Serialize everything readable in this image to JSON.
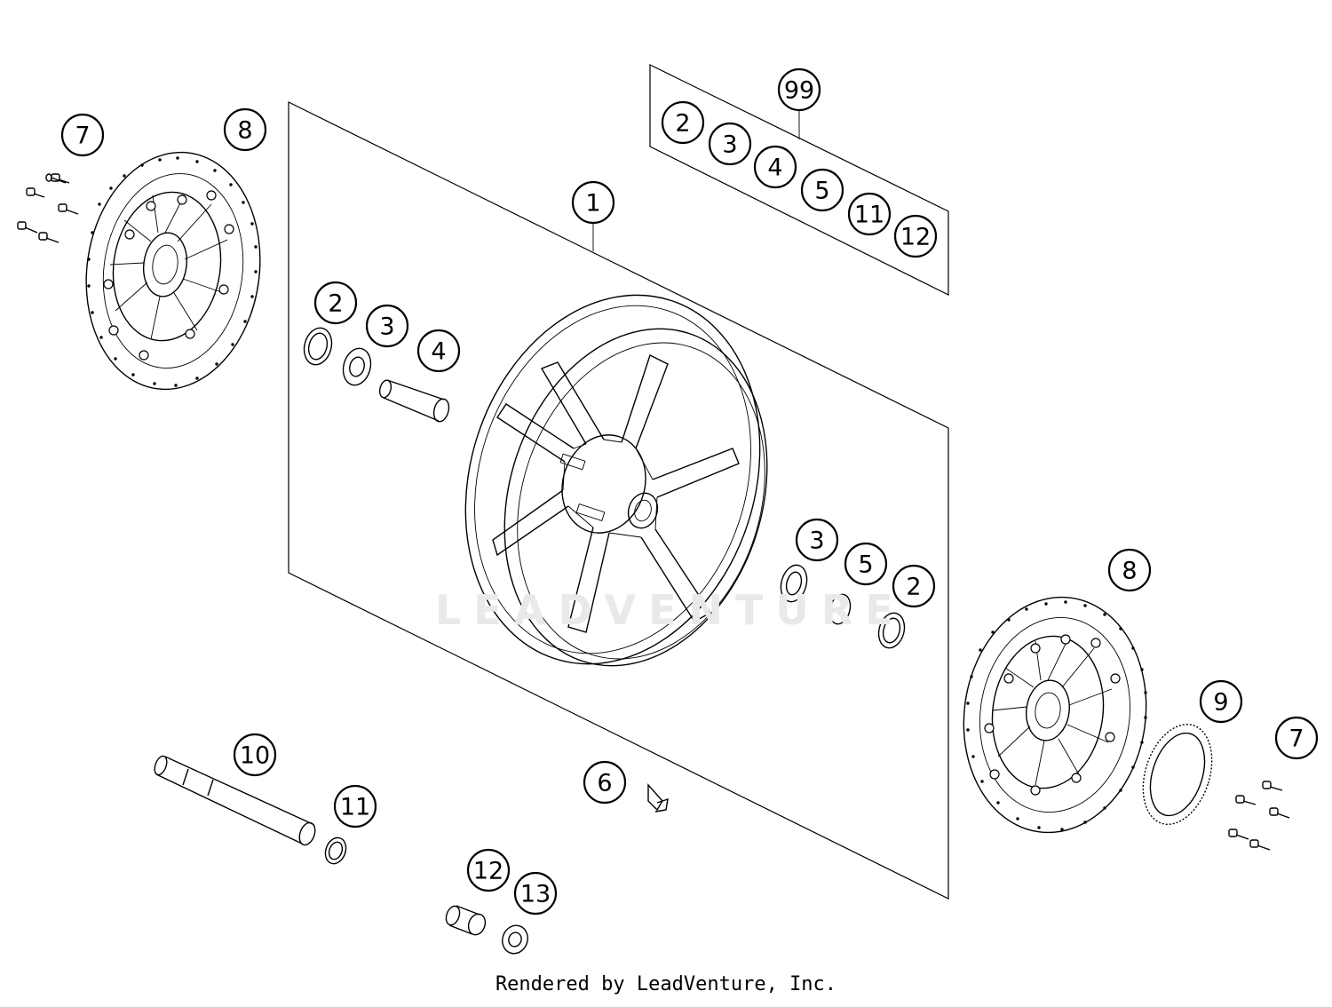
{
  "footer": {
    "text": "Rendered by LeadVenture, Inc."
  },
  "watermark": {
    "text": "LEADVENTURE"
  },
  "callouts": [
    {
      "id": "c-99",
      "label": "99"
    },
    {
      "id": "c-kit-2",
      "label": "2"
    },
    {
      "id": "c-kit-3",
      "label": "3"
    },
    {
      "id": "c-kit-4",
      "label": "4"
    },
    {
      "id": "c-kit-5",
      "label": "5"
    },
    {
      "id": "c-kit-11",
      "label": "11"
    },
    {
      "id": "c-kit-12",
      "label": "12"
    },
    {
      "id": "c-1",
      "label": "1"
    },
    {
      "id": "c-7-left",
      "label": "7"
    },
    {
      "id": "c-8-left",
      "label": "8"
    },
    {
      "id": "c-2-left",
      "label": "2"
    },
    {
      "id": "c-3-left",
      "label": "3"
    },
    {
      "id": "c-4-left",
      "label": "4"
    },
    {
      "id": "c-3-right",
      "label": "3"
    },
    {
      "id": "c-5-right",
      "label": "5"
    },
    {
      "id": "c-2-right",
      "label": "2"
    },
    {
      "id": "c-8-right",
      "label": "8"
    },
    {
      "id": "c-9",
      "label": "9"
    },
    {
      "id": "c-7-right",
      "label": "7"
    },
    {
      "id": "c-10",
      "label": "10"
    },
    {
      "id": "c-11",
      "label": "11"
    },
    {
      "id": "c-6",
      "label": "6"
    },
    {
      "id": "c-12",
      "label": "12"
    },
    {
      "id": "c-13",
      "label": "13"
    }
  ]
}
